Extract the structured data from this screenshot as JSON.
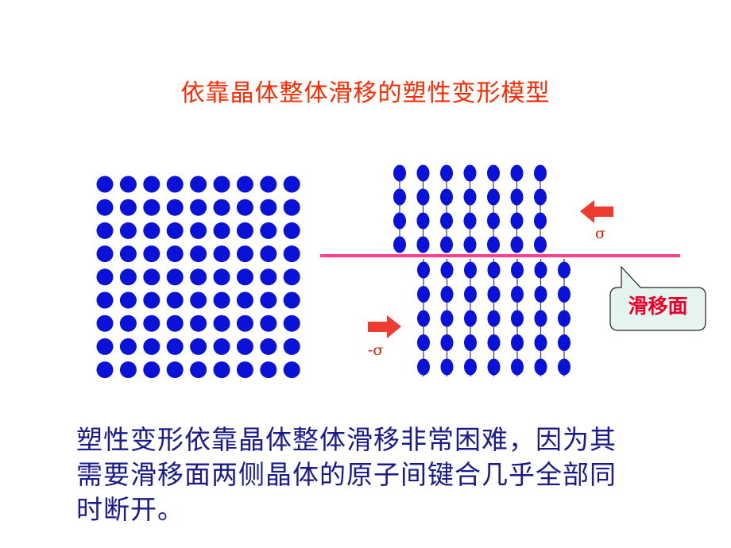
{
  "title": "依靠晶体整体滑移的塑性变形模型",
  "callout_label": "滑移面",
  "sigma_right": "σ",
  "sigma_left": "-σ",
  "body_text": "塑性变形依靠晶体整体滑移非常困难，因为其需要滑移面两侧晶体的原子间键合几乎全部同时断开。",
  "colors": {
    "title": "#ff2a00",
    "atom": "#0a12d8",
    "slip_line": "#ff3e8e",
    "arrow": "#ef3b30",
    "callout_fill": "#e6f4ef",
    "callout_text": "#e8002a",
    "body_text": "#1a1a8c"
  },
  "icons": [
    "left-arrow-icon",
    "right-arrow-icon"
  ],
  "lattice_left": {
    "rows": 9,
    "cols": 9
  },
  "lattice_right_upper": {
    "rows": 4,
    "cols": 7
  },
  "lattice_right_lower": {
    "rows": 5,
    "cols": 7
  }
}
